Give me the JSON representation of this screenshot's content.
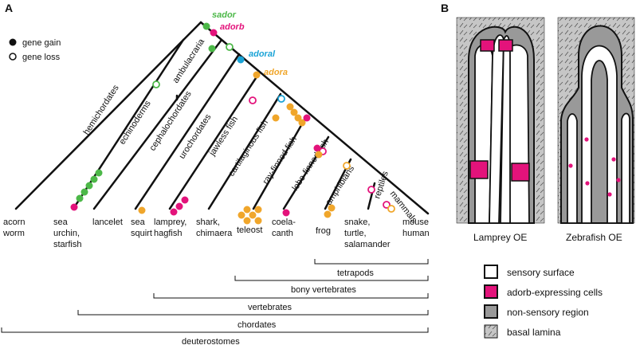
{
  "colors": {
    "green": "#4cb848",
    "magenta": "#e3137b",
    "blue": "#1aa3d6",
    "orange": "#f0a62b",
    "grey": "#c6c6c6",
    "dark_grey": "#999999",
    "black": "#111111"
  },
  "panels": [
    "A",
    "B"
  ],
  "legend_a": {
    "gain": "gene gain",
    "loss": "gene loss"
  },
  "genes": [
    "sador",
    "adorb",
    "adoral",
    "adora"
  ],
  "taxa": [
    {
      "l1": "acorn",
      "l2": "worm",
      "l3": ""
    },
    {
      "l1": "sea",
      "l2": "urchin,",
      "l3": "starfish"
    },
    {
      "l1": "lancelet",
      "l2": "",
      "l3": ""
    },
    {
      "l1": "sea",
      "l2": "squirt",
      "l3": ""
    },
    {
      "l1": "lamprey,",
      "l2": "hagfish",
      "l3": ""
    },
    {
      "l1": "shark,",
      "l2": "chimaera",
      "l3": ""
    },
    {
      "l1": "teleost",
      "l2": "",
      "l3": ""
    },
    {
      "l1": "coela-",
      "l2": "canth",
      "l3": ""
    },
    {
      "l1": "frog",
      "l2": "",
      "l3": ""
    },
    {
      "l1": "snake,",
      "l2": "turtle,",
      "l3": "salamander"
    },
    {
      "l1": "mouse",
      "l2": "human",
      "l3": ""
    }
  ],
  "branch_labels": [
    "hemichordates",
    "echinoderms",
    "ambulacraria",
    "cephalochordates",
    "urochordates",
    "jawless fish",
    "cartilaginous fish",
    "ray-finned fish",
    "lobe-finned fish",
    "amphibians",
    "reptiles",
    "mammals"
  ],
  "groups": [
    "tetrapods",
    "bony vertebrates",
    "vertebrates",
    "chordates",
    "deuterostomes"
  ],
  "oe_titles": [
    "Lamprey OE",
    "Zebrafish OE"
  ],
  "legend_b": [
    "sensory surface",
    "adorb-expressing cells",
    "non-sensory region",
    "basal lamina"
  ]
}
